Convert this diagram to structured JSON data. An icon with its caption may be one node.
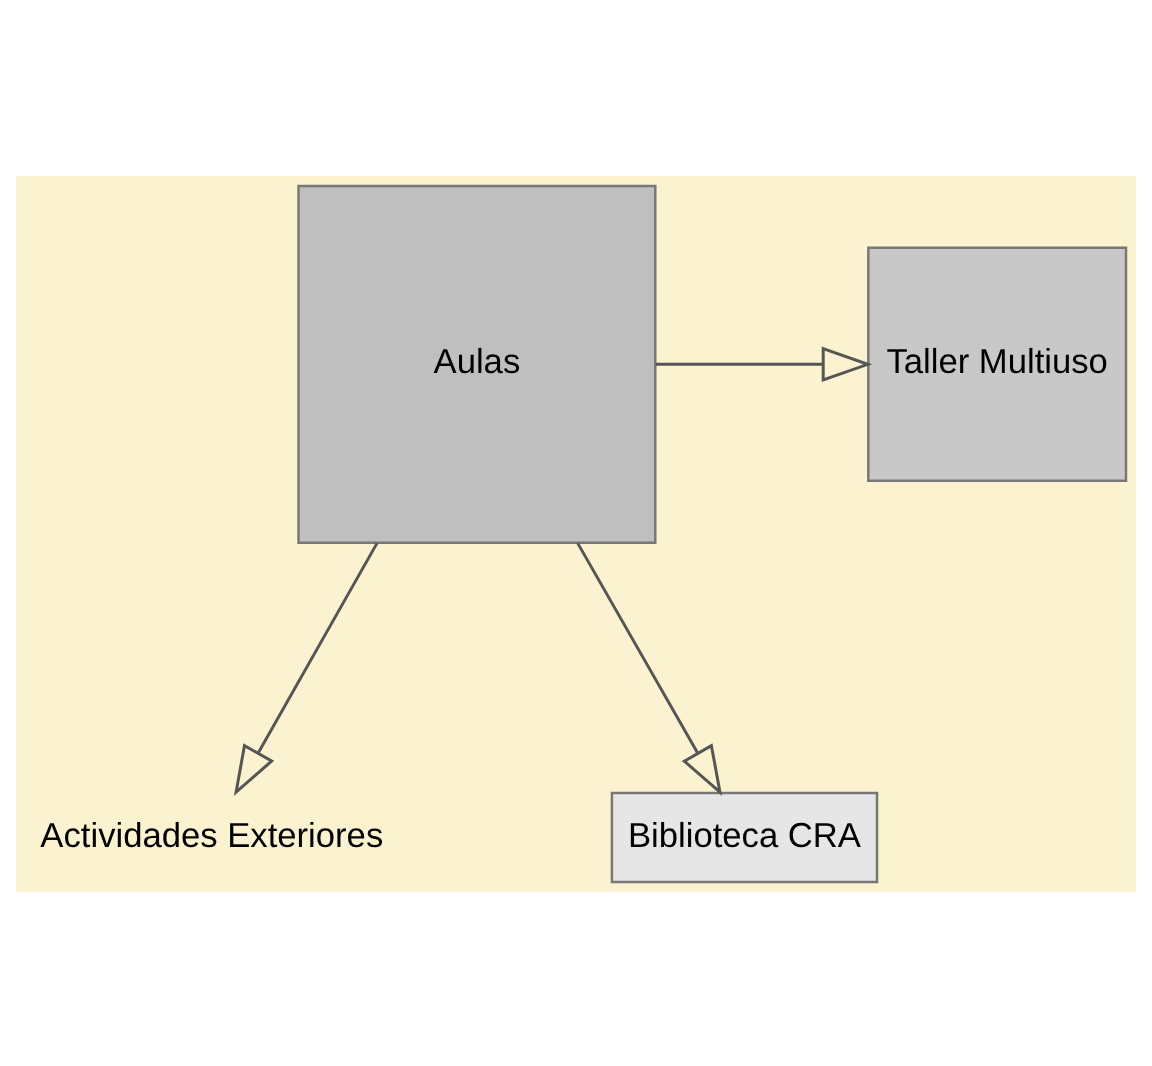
{
  "diagram": {
    "nodes": [
      {
        "text": [
          "Aulas"
        ]
      },
      {
        "text": [
          "Taller Multiuso"
        ]
      },
      {
        "text": [
          "Actividades Exteriores"
        ]
      },
      {
        "text": [
          "Biblioteca CRA"
        ]
      }
    ],
    "edges": [
      {
        "from": 0,
        "to": 1,
        "arrow": "to"
      },
      {
        "from": 0,
        "to": 2,
        "arrow": "to"
      },
      {
        "from": 0,
        "to": 3,
        "arrow": "to"
      }
    ]
  }
}
